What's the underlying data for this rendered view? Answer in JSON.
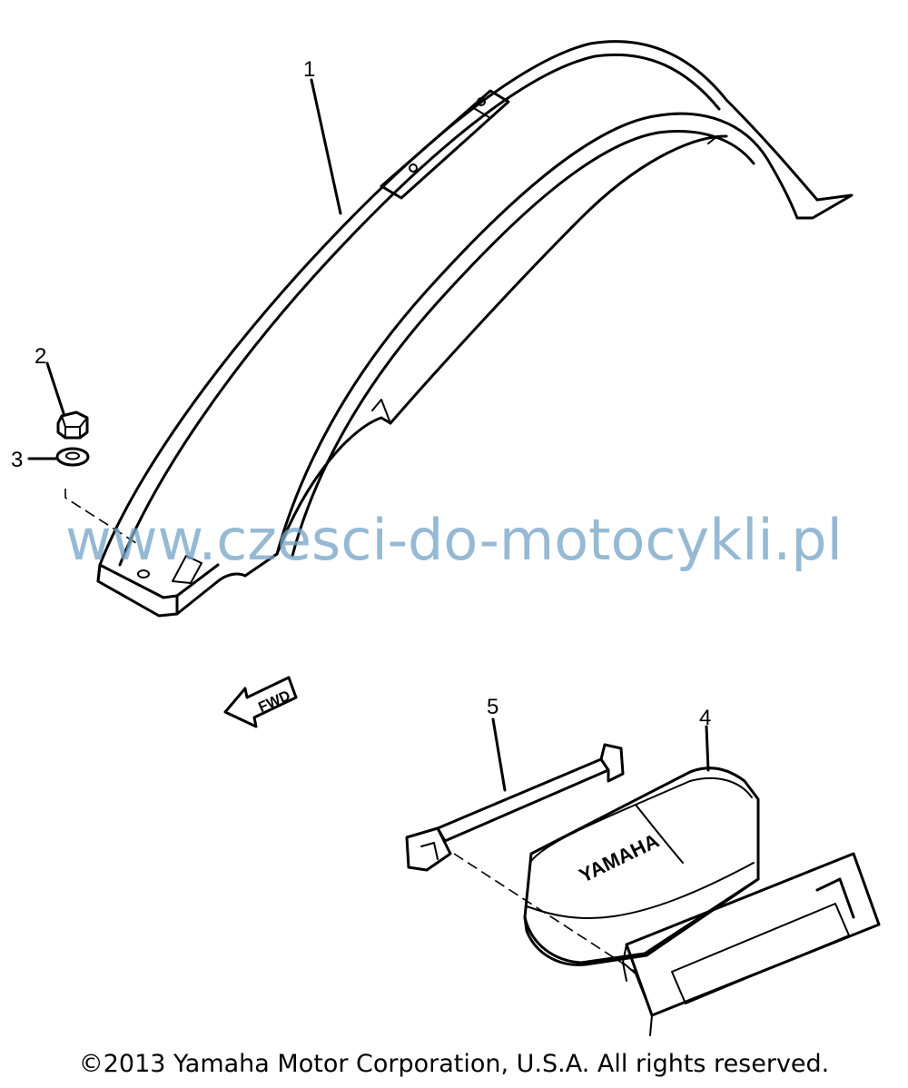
{
  "callouts": [
    {
      "id": "1",
      "label": "1"
    },
    {
      "id": "2",
      "label": "2"
    },
    {
      "id": "3",
      "label": "3"
    },
    {
      "id": "4",
      "label": "4"
    },
    {
      "id": "5",
      "label": "5"
    }
  ],
  "fwd_label": "FWD",
  "box_brand": "YAMAHA",
  "watermark": "www.czesci-do-motocykli.pl",
  "copyright": "©2013 Yamaha Motor Corporation, U.S.A. All rights reserved.",
  "colors": {
    "line": "#000000",
    "watermark": "#78a5c8",
    "background": "#ffffff"
  }
}
